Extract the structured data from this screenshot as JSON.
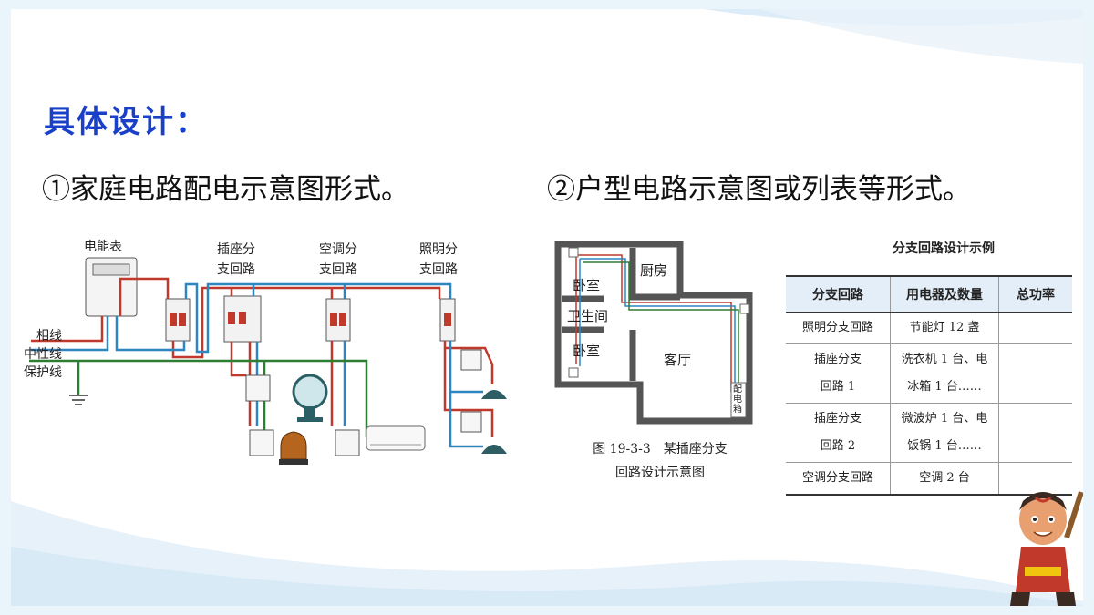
{
  "heading": "具体设计：",
  "subtitle_left": "①家庭电路配电示意图形式。",
  "subtitle_right": "②户型电路示意图或列表等形式。",
  "circuit_diagram": {
    "meter_label": "电能表",
    "socket_branch": [
      "插座分",
      "支回路"
    ],
    "ac_branch": [
      "空调分",
      "支回路"
    ],
    "light_branch": [
      "照明分",
      "支回路"
    ],
    "wire_live": "相线",
    "wire_neutral": "中性线",
    "wire_ground": "保护线",
    "colors": {
      "live": "#c0392b",
      "neutral": "#2e86c1",
      "ground": "#2e7d32"
    }
  },
  "floor_plan": {
    "rooms": {
      "bedroom1": "卧室",
      "kitchen": "厨房",
      "bathroom": "卫生间",
      "bedroom2": "卧室",
      "living": "客厅"
    },
    "panel": [
      "配",
      "电",
      "箱"
    ],
    "caption_line1": "图 19-3-3　某插座分支",
    "caption_line2": "回路设计示意图"
  },
  "branch_table": {
    "title": "分支回路设计示例",
    "headers": [
      "分支回路",
      "用电器及数量",
      "总功率"
    ],
    "rows": [
      {
        "branch": [
          "照明分支回路"
        ],
        "devices": [
          "节能灯 12 盏"
        ],
        "power": ""
      },
      {
        "branch": [
          "插座分支",
          "回路 1"
        ],
        "devices": [
          "洗衣机 1 台、电",
          "冰箱 1 台……"
        ],
        "power": ""
      },
      {
        "branch": [
          "插座分支",
          "回路 2"
        ],
        "devices": [
          "微波炉 1 台、电",
          "饭锅 1 台……"
        ],
        "power": ""
      },
      {
        "branch": [
          "空调分支回路"
        ],
        "devices": [
          "空调 2 台"
        ],
        "power": ""
      }
    ]
  },
  "theme": {
    "heading_color": "#1a3fc9",
    "header_fill": "#e3eef8"
  }
}
